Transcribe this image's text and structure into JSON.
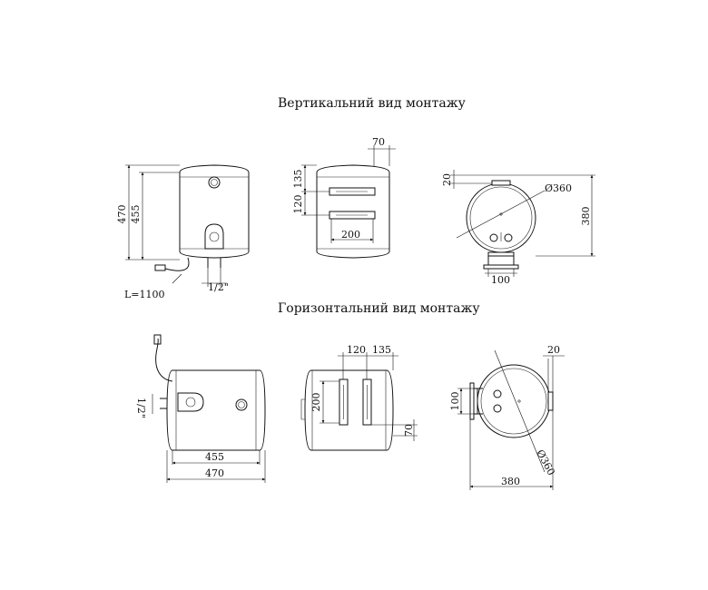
{
  "sections": {
    "vertical_title": "Вертикальний вид монтажу",
    "horizontal_title": "Горизонтальний вид монтажу"
  },
  "vertical": {
    "height_total": "470",
    "height_body": "455",
    "cable": "L=1100",
    "pipe": "1/2\"",
    "top_offset": "70",
    "bracket_top": "135",
    "bracket_gap": "120",
    "bracket_width": "200",
    "flange_top": "20",
    "diameter": "Ø360",
    "depth": "380",
    "base_width": "100"
  },
  "horizontal": {
    "pipe": "1/2\"",
    "length_body": "455",
    "length_total": "470",
    "bracket_gap": "120",
    "bracket_offset": "135",
    "bracket_height": "200",
    "side_offset": "70",
    "flange": "20",
    "base_height": "100",
    "diameter": "Ø360",
    "depth": "380"
  }
}
